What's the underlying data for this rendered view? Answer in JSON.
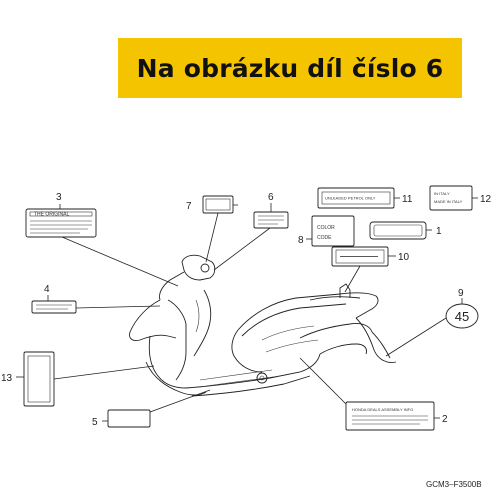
{
  "banner": {
    "text": "Na obrázku díl číslo 6",
    "color": "#f5c400"
  },
  "diagram_code": "GCM3–F3500B",
  "callouts": [
    "1",
    "2",
    "3",
    "4",
    "5",
    "6",
    "7",
    "8",
    "9",
    "10",
    "11",
    "12",
    "13"
  ],
  "badge_45": "45",
  "label_texts": {
    "label3": "THE ORIGINAL",
    "label8_a": "COLOR",
    "label8_b": "CODE",
    "label11": "UNLEADED PETROL ONLY",
    "label12_a": "IN ITALY",
    "label12_b": "MADE IN ITALY",
    "label2": "HONDA DEALS ASSEMBLY INFO"
  }
}
